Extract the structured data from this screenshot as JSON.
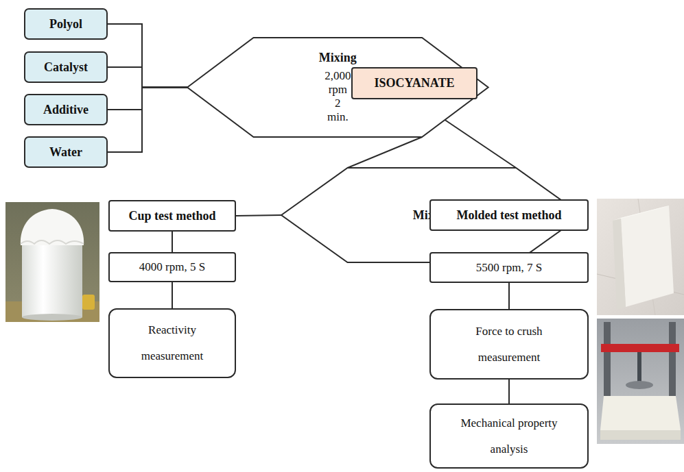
{
  "diagram": {
    "nodes": [
      {
        "text": [
          "Polyol"
        ]
      },
      {
        "text": [
          "Catalyst"
        ]
      },
      {
        "text": [
          "Additive"
        ]
      },
      {
        "text": [
          "Water"
        ]
      },
      {
        "text": [
          "Mixing",
          "2,000 rpm 2 min."
        ]
      },
      {
        "text": [
          "ISOCYANATE"
        ]
      },
      {
        "text": [
          "Mixing"
        ]
      },
      {
        "text": [
          "Cup test method"
        ]
      },
      {
        "text": [
          "4000 rpm, 5 S"
        ]
      },
      {
        "text": [
          "Reactivity measurement"
        ]
      },
      {
        "text": [
          "Molded test method"
        ]
      },
      {
        "text": [
          "5500 rpm, 7 S"
        ]
      },
      {
        "text": [
          "Force to crush measurement"
        ]
      },
      {
        "text": [
          "Mechanical property analysis"
        ]
      }
    ],
    "edges": [
      {
        "from": 0,
        "to": 4,
        "arrow": "none"
      },
      {
        "from": 1,
        "to": 4,
        "arrow": "none"
      },
      {
        "from": 2,
        "to": 4,
        "arrow": "none"
      },
      {
        "from": 3,
        "to": 4,
        "arrow": "none"
      },
      {
        "from": 4,
        "to": 6,
        "arrow": "none"
      },
      {
        "from": 5,
        "to": 6,
        "arrow": "none"
      },
      {
        "from": 6,
        "to": 7,
        "arrow": "none"
      },
      {
        "from": 6,
        "to": 10,
        "arrow": "none"
      },
      {
        "from": 7,
        "to": 8,
        "arrow": "none"
      },
      {
        "from": 8,
        "to": 9,
        "arrow": "none"
      },
      {
        "from": 10,
        "to": 11,
        "arrow": "none"
      },
      {
        "from": 11,
        "to": 12,
        "arrow": "none"
      },
      {
        "from": 12,
        "to": 13,
        "arrow": "none"
      }
    ]
  }
}
